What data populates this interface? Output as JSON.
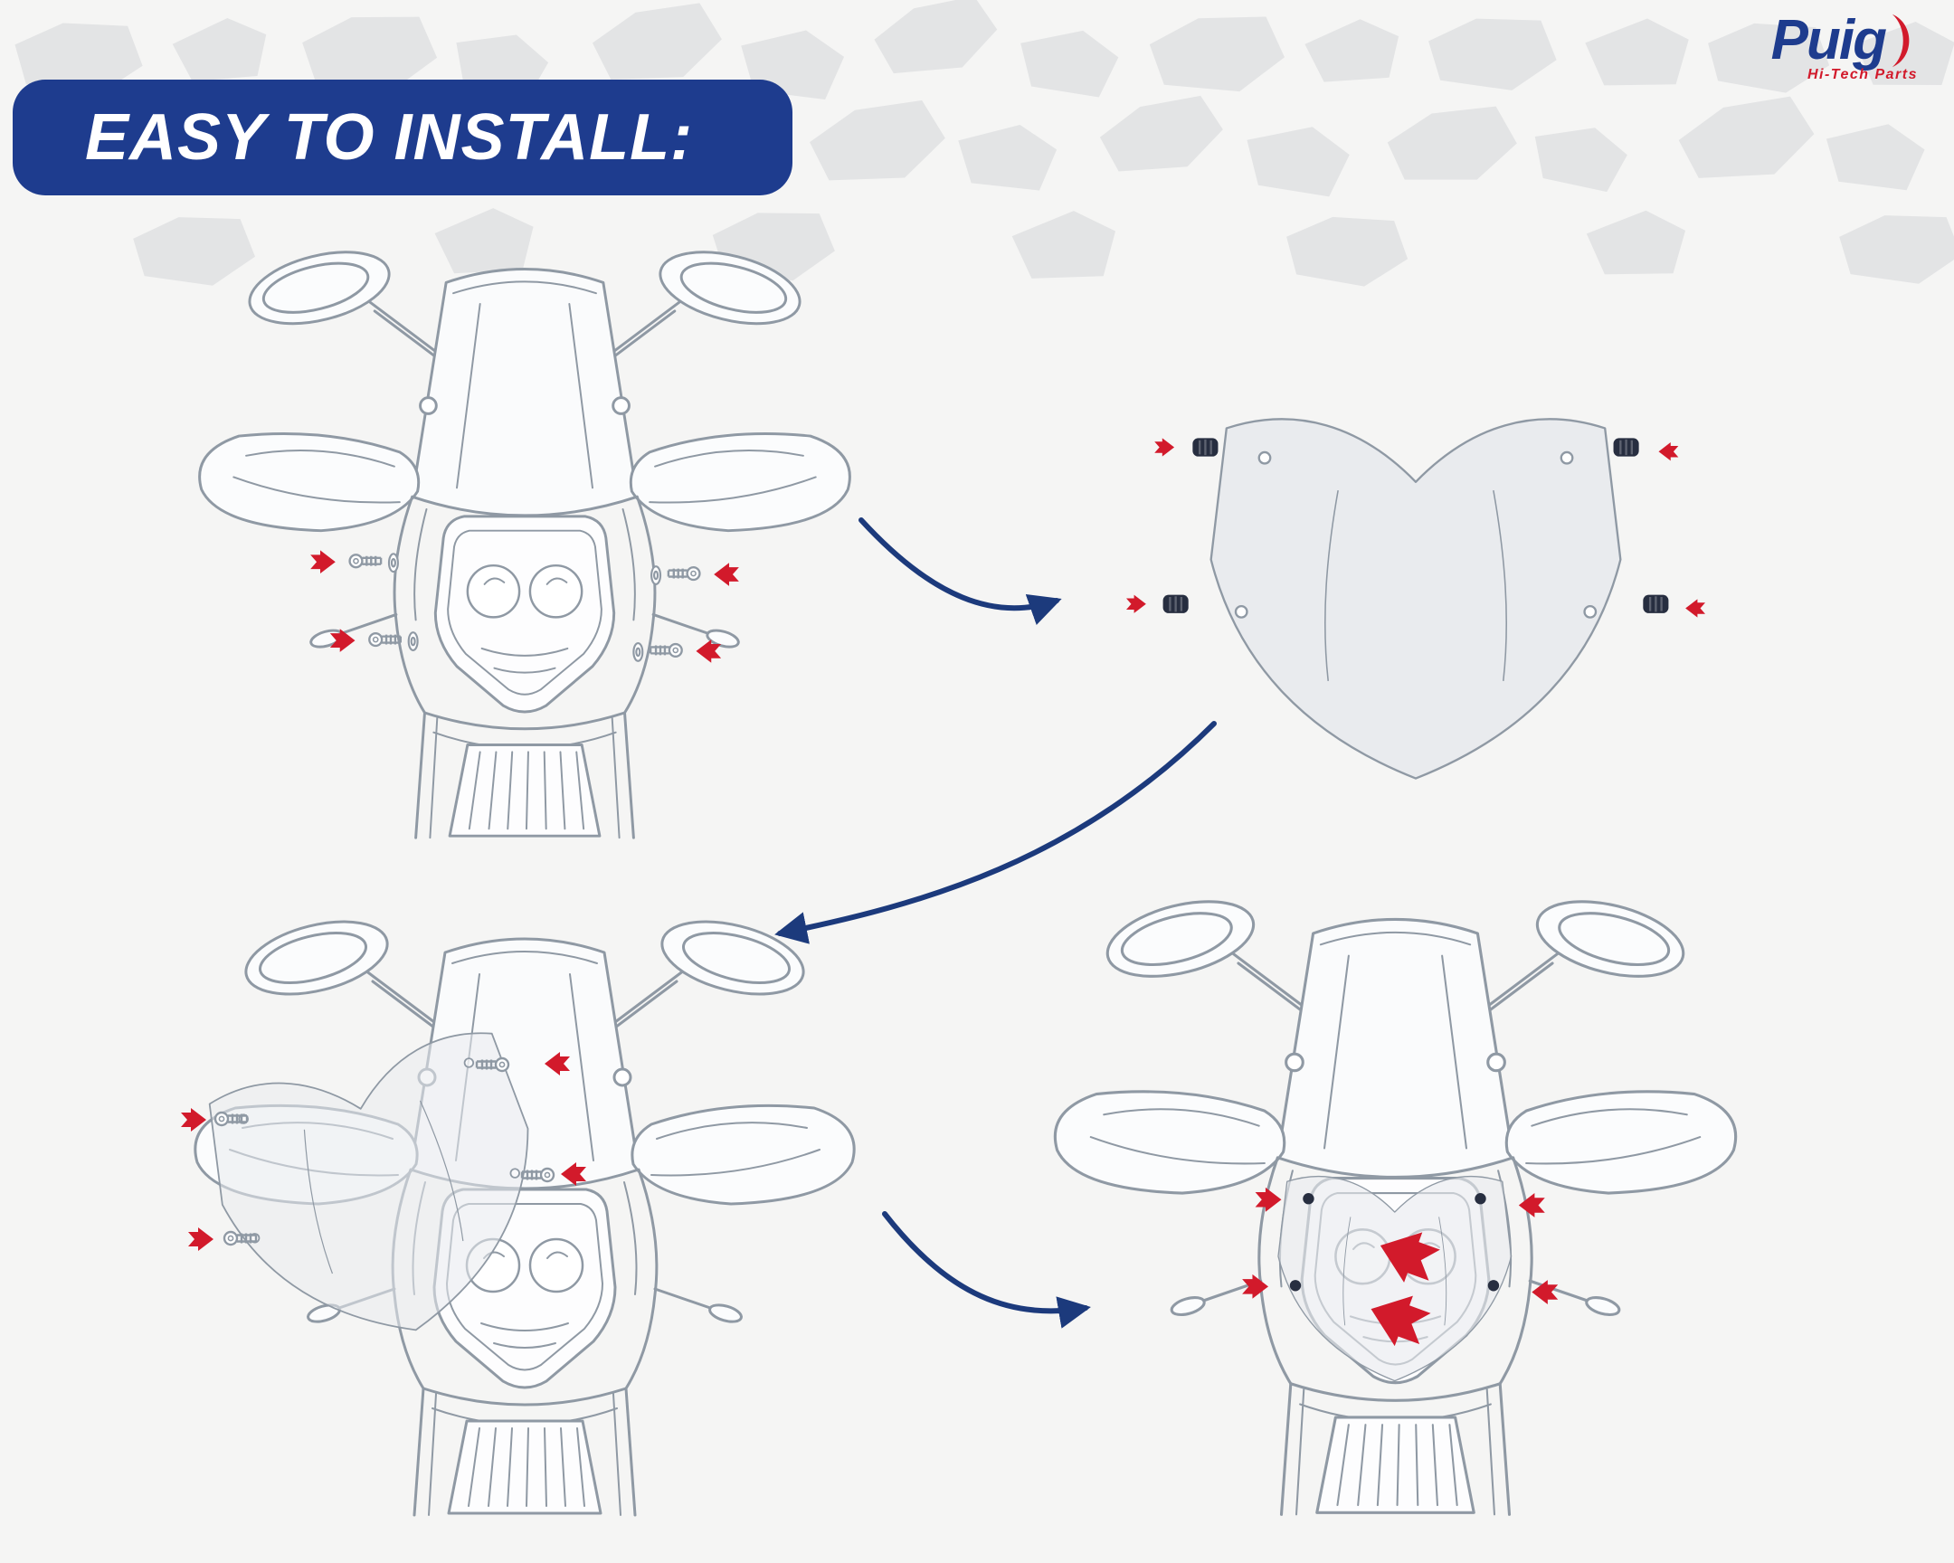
{
  "header": {
    "title": "EASY TO INSTALL:"
  },
  "logo": {
    "brand": "Puig",
    "tagline": "Hi-Tech Parts"
  },
  "colors": {
    "background": "#f5f5f4",
    "pattern_gray": "#e3e4e5",
    "banner_blue": "#1e3c8e",
    "flow_arrow_blue": "#1c3a7c",
    "accent_red": "#d21a2b",
    "line_art_gray": "#8f99a4",
    "grommet_dark": "#272e40"
  },
  "illustrations": [
    {
      "step": 1,
      "name": "motorcycle-front-remove-fasteners",
      "icons": [
        "red-direction-arrow-icon",
        "screw-icon",
        "washer-icon",
        "motorcycle-line-art"
      ]
    },
    {
      "step": 2,
      "name": "windscreen-with-rubber-grommets",
      "icons": [
        "red-direction-arrow-icon",
        "rubber-grommet-icon",
        "windscreen-line-art"
      ]
    },
    {
      "step": 3,
      "name": "windscreen-positioned-on-motorcycle",
      "icons": [
        "red-direction-arrow-icon",
        "screw-icon",
        "motorcycle-line-art",
        "windscreen-line-art"
      ]
    },
    {
      "step": 4,
      "name": "windscreen-installed-on-motorcycle",
      "icons": [
        "red-direction-arrow-icon",
        "screw-icon",
        "motorcycle-line-art",
        "windscreen-line-art"
      ]
    }
  ],
  "flow_arrows": [
    {
      "name": "arrow-step1-to-step2",
      "direction": "right"
    },
    {
      "name": "arrow-step2-to-step3",
      "direction": "down-left"
    },
    {
      "name": "arrow-step3-to-step4",
      "direction": "right"
    }
  ]
}
